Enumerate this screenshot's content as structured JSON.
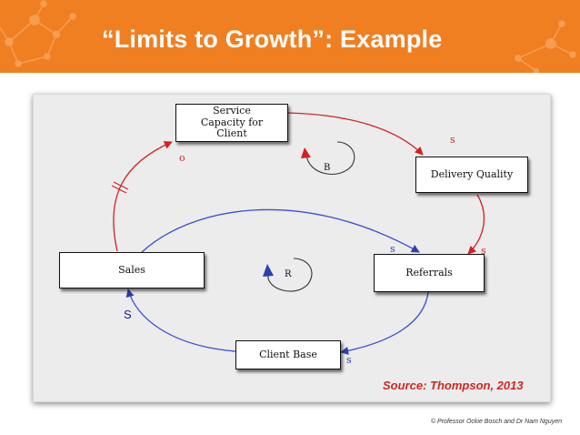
{
  "header": {
    "title": "“Limits to Growth”: Example"
  },
  "diagram": {
    "nodes": {
      "service_capacity": "Service\nCapacity for\nClient",
      "delivery_quality": "Delivery Quality",
      "sales": "Sales",
      "referrals": "Referrals",
      "client_base": "Client Base"
    },
    "links": {
      "capacity_to_delivery": "s",
      "delivery_to_referrals": "s",
      "sales_to_capacity": "o",
      "sales_to_referrals": "s",
      "referrals_to_client_base": "s",
      "client_base_to_sales": "S"
    },
    "loops": {
      "balancing": "B",
      "reinforcing": "R"
    },
    "source": "Source: Thompson, 2013"
  },
  "footer": {
    "copyright": "© Professor Ockie Bosch and Dr Nam Nguyen"
  },
  "colors": {
    "header": "#f07f22",
    "balancing_links": "#d42020",
    "reinforcing_links": "#3a4fd0"
  }
}
